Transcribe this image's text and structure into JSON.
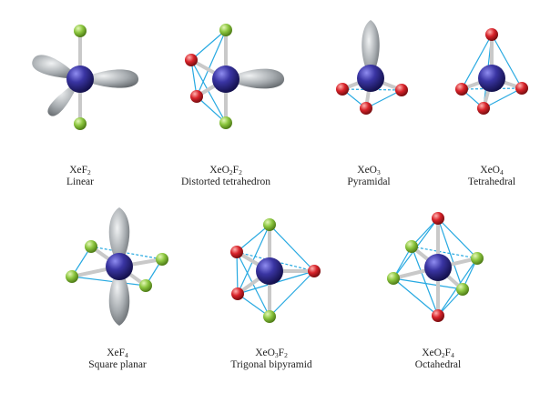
{
  "colors": {
    "xenon": "#3a35a3",
    "xenon_highlight": "#7a78e8",
    "fluorine": "#8cc63f",
    "oxygen": "#d8232a",
    "lone_pair": "#a6abaf",
    "edge": "#27a9e1",
    "bond": "#c9c9c9"
  },
  "molecules": [
    {
      "id": "xef2",
      "formula_parts": [
        [
          "Xe",
          ""
        ],
        [
          "F",
          "2"
        ]
      ],
      "shape": "Linear"
    },
    {
      "id": "xeo2f2",
      "formula_parts": [
        [
          "XeO",
          "2"
        ],
        [
          "F",
          "2"
        ]
      ],
      "shape": "Distorted tetrahedron"
    },
    {
      "id": "xeo3",
      "formula_parts": [
        [
          "XeO",
          "3"
        ]
      ],
      "shape": "Pyramidal"
    },
    {
      "id": "xeo4",
      "formula_parts": [
        [
          "XeO",
          "4"
        ]
      ],
      "shape": "Tetrahedral"
    },
    {
      "id": "xef4",
      "formula_parts": [
        [
          "Xe",
          ""
        ],
        [
          "F",
          "4"
        ]
      ],
      "shape": "Square planar"
    },
    {
      "id": "xeo3f2",
      "formula_parts": [
        [
          "XeO",
          "3"
        ],
        [
          "F",
          "2"
        ]
      ],
      "shape": "Trigonal bipyramid"
    },
    {
      "id": "xeo2f4",
      "formula_parts": [
        [
          "XeO",
          "2"
        ],
        [
          "F",
          "4"
        ]
      ],
      "shape": "Octahedral"
    }
  ]
}
